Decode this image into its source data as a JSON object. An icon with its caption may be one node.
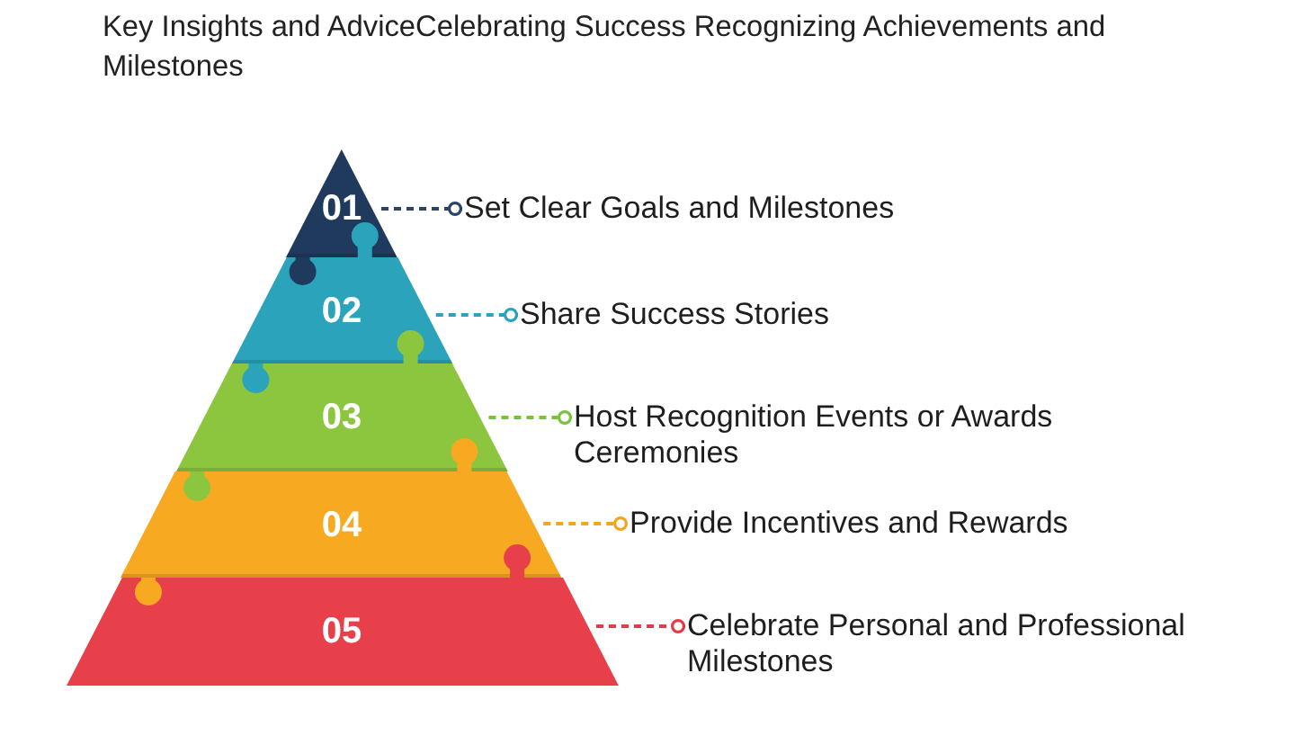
{
  "diagram": {
    "title": "Key Insights and AdviceCelebrating Success Recognizing Achievements and Milestones",
    "nodes": [
      {
        "text": [
          "01"
        ]
      },
      {
        "text": [
          "Set Clear Goals and Milestones"
        ]
      },
      {
        "text": [
          "02"
        ]
      },
      {
        "text": [
          "Share Success Stories"
        ]
      },
      {
        "text": [
          "03"
        ]
      },
      {
        "text": [
          "Host Recognition Events or Awards Ceremonies"
        ]
      },
      {
        "text": [
          "04"
        ]
      },
      {
        "text": [
          "Provide Incentives and Rewards"
        ]
      },
      {
        "text": [
          "05"
        ]
      },
      {
        "text": [
          "Celebrate Personal and Professional Milestones"
        ]
      }
    ],
    "edges": [
      {
        "from": 0,
        "to": 1,
        "arrow": "other",
        "style": "dashed",
        "color": "#2c4566"
      },
      {
        "from": 2,
        "to": 3,
        "arrow": "other",
        "style": "dashed",
        "color": "#2aa3bb"
      },
      {
        "from": 4,
        "to": 5,
        "arrow": "other",
        "style": "dashed",
        "color": "#7dbf3f"
      },
      {
        "from": 6,
        "to": 7,
        "arrow": "other",
        "style": "dashed",
        "color": "#f3a51f"
      },
      {
        "from": 8,
        "to": 9,
        "arrow": "other",
        "style": "dashed",
        "color": "#e23c48"
      }
    ]
  }
}
